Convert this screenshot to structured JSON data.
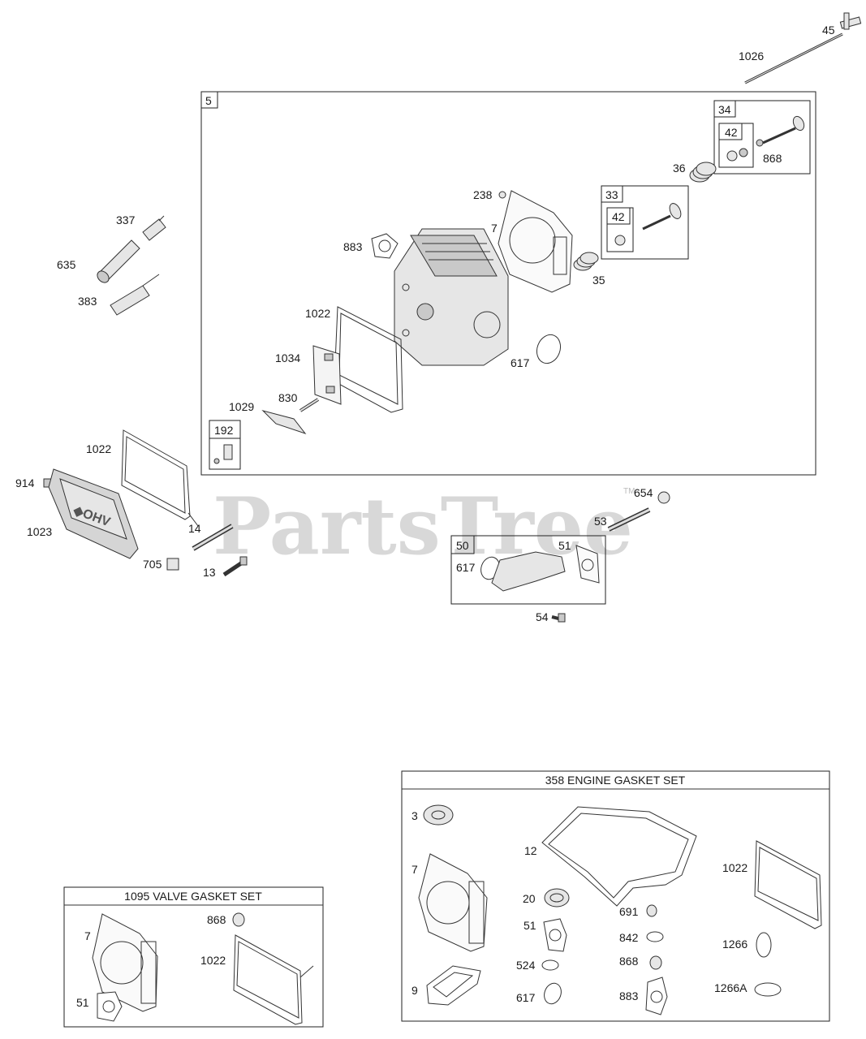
{
  "watermark": {
    "text": "PartsTree",
    "tm": "TM"
  },
  "main_assembly": {
    "box_label": "5"
  },
  "sub_boxes": {
    "box34": "34",
    "box42a": "42",
    "box33": "33",
    "box42b": "42",
    "box192": "192",
    "box50": "50"
  },
  "callouts": {
    "p45": "45",
    "p1026": "1026",
    "p868": "868",
    "p36": "36",
    "p238": "238",
    "p7": "7",
    "p883": "883",
    "p35": "35",
    "p337": "337",
    "p635": "635",
    "p383": "383",
    "p1022": "1022",
    "p1034": "1034",
    "p617": "617",
    "p830": "830",
    "p1029": "1029",
    "p1022b": "1022",
    "p914": "914",
    "p1023": "1023",
    "p14": "14",
    "p705": "705",
    "p13": "13",
    "p654": "654",
    "p53": "53",
    "p617b": "617",
    "p51": "51",
    "p54": "54"
  },
  "valve_gasket_set": {
    "title": "1095 VALVE GASKET SET",
    "items": {
      "i7": "7",
      "i868": "868",
      "i1022": "1022",
      "i51": "51"
    }
  },
  "engine_gasket_set": {
    "title": "358 ENGINE GASKET SET",
    "items": {
      "i3": "3",
      "i12": "12",
      "i1022": "1022",
      "i7": "7",
      "i20": "20",
      "i691": "691",
      "i51": "51",
      "i842": "842",
      "i1266": "1266",
      "i524": "524",
      "i868": "868",
      "i9": "9",
      "i617": "617",
      "i883": "883",
      "i1266a": "1266A"
    }
  }
}
